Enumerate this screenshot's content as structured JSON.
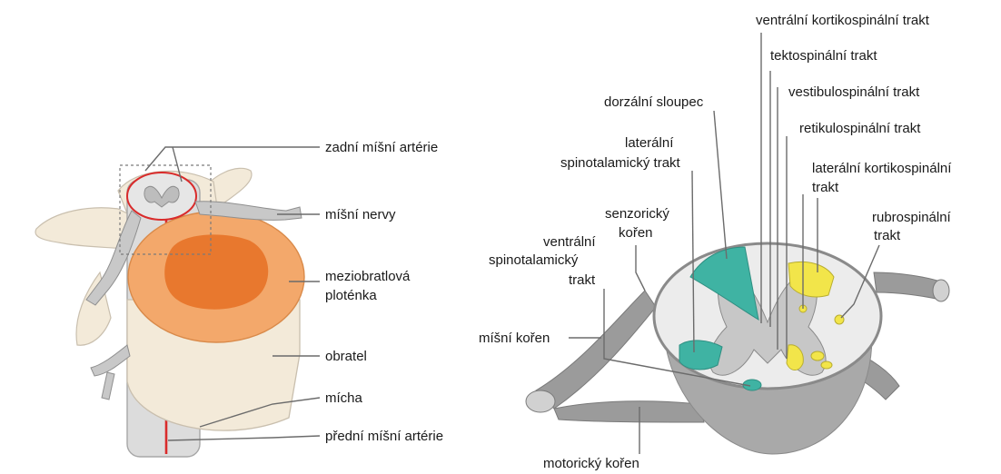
{
  "left_figure": {
    "labels": {
      "posterior_artery": "zadní míšní artérie",
      "spinal_nerves": "míšní nervy",
      "disc_line1": "meziobratlová",
      "disc_line2": "ploténka",
      "vertebra": "obratel",
      "spinal_cord": "mícha",
      "anterior_artery": "přední míšní artérie"
    }
  },
  "right_figure": {
    "labels": {
      "ventral_corticospinal": "ventrální kortikospinální trakt",
      "tectospinal": "tektospinální trakt",
      "vestibulospinal": "vestibulospinální trakt",
      "dorsal_column": "dorzální sloupec",
      "reticulospinal": "retikulospinální trakt",
      "lat_spinothalamic_line1": "laterální",
      "lat_spinothalamic_line2": "spinotalamický trakt",
      "lat_corticospinal_line1": "laterální kortikospinální",
      "lat_corticospinal_line2": "trakt",
      "sensory_root_line1": "senzorický",
      "sensory_root_line2": "kořen",
      "rubrospinal_line1": "rubrospinální",
      "rubrospinal_line2": "trakt",
      "vent_spinothalamic_line1": "ventrální",
      "vent_spinothalamic_line2": "spinotalamický",
      "vent_spinothalamic_line3": "trakt",
      "spinal_root": "míšní kořen",
      "motor_root": "motorický kořen"
    }
  },
  "colors": {
    "bone": "#f3ead9",
    "disc_outer": "#f0a05a",
    "disc_inner": "#e8782e",
    "cord_gray": "#d6d6d6",
    "artery_red": "#d92b2b",
    "teal_tract": "#3fb3a3",
    "yellow_tract": "#f2e54a",
    "nerve_gray": "#9b9b9b"
  }
}
